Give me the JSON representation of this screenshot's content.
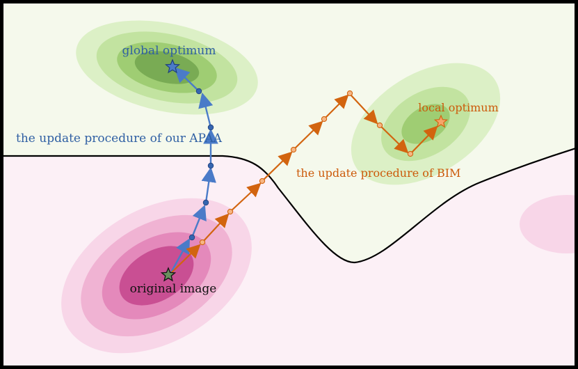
{
  "labels": {
    "global_optimum": "global optimum",
    "local_optimum": "local optimum",
    "original_image": "original image",
    "apaa_path": "the update procedure of our APAA",
    "bim_path": "the update procedure of BIM"
  },
  "colors": {
    "frame": "#000000",
    "region_top": "#f5f9ec",
    "region_bottom": "#fcf0f6",
    "boundary": "#000000",
    "green_levels": [
      "#dcf0c6",
      "#c2e3a0",
      "#9fcd73",
      "#79ab54"
    ],
    "pink_levels": [
      "#f8d6e8",
      "#f0b3d3",
      "#e489bb",
      "#c94f93"
    ],
    "apaa": "#4a7bc8",
    "apaa_marker": "#3565b0",
    "bim": "#d2640f",
    "bim_marker_fill": "#f6b684",
    "apaa_text": "#2f5fa3",
    "bim_text": "#cc5a0a"
  },
  "markers": {
    "global_optimum": "star-icon",
    "local_optimum": "star-icon",
    "original_image": "star-icon"
  }
}
